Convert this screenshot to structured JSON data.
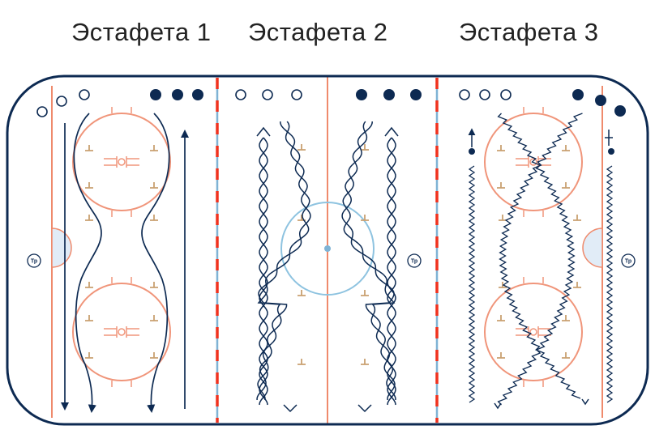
{
  "titles": [
    "Эстафета 1",
    "Эстафета 2",
    "Эстафета 3"
  ],
  "coach_label": "Тр",
  "colors": {
    "navy": "#0d2a52",
    "board": "#0d2a52",
    "red_line": "#f0321e",
    "blue_line": "#7fb3d5",
    "goal_line": "#ef8a6c",
    "faceoff_circle": "#f0957a",
    "center_circle": "#8ec3e0",
    "hash_marks": "#c9a070",
    "crease": "#e1ecf7"
  }
}
